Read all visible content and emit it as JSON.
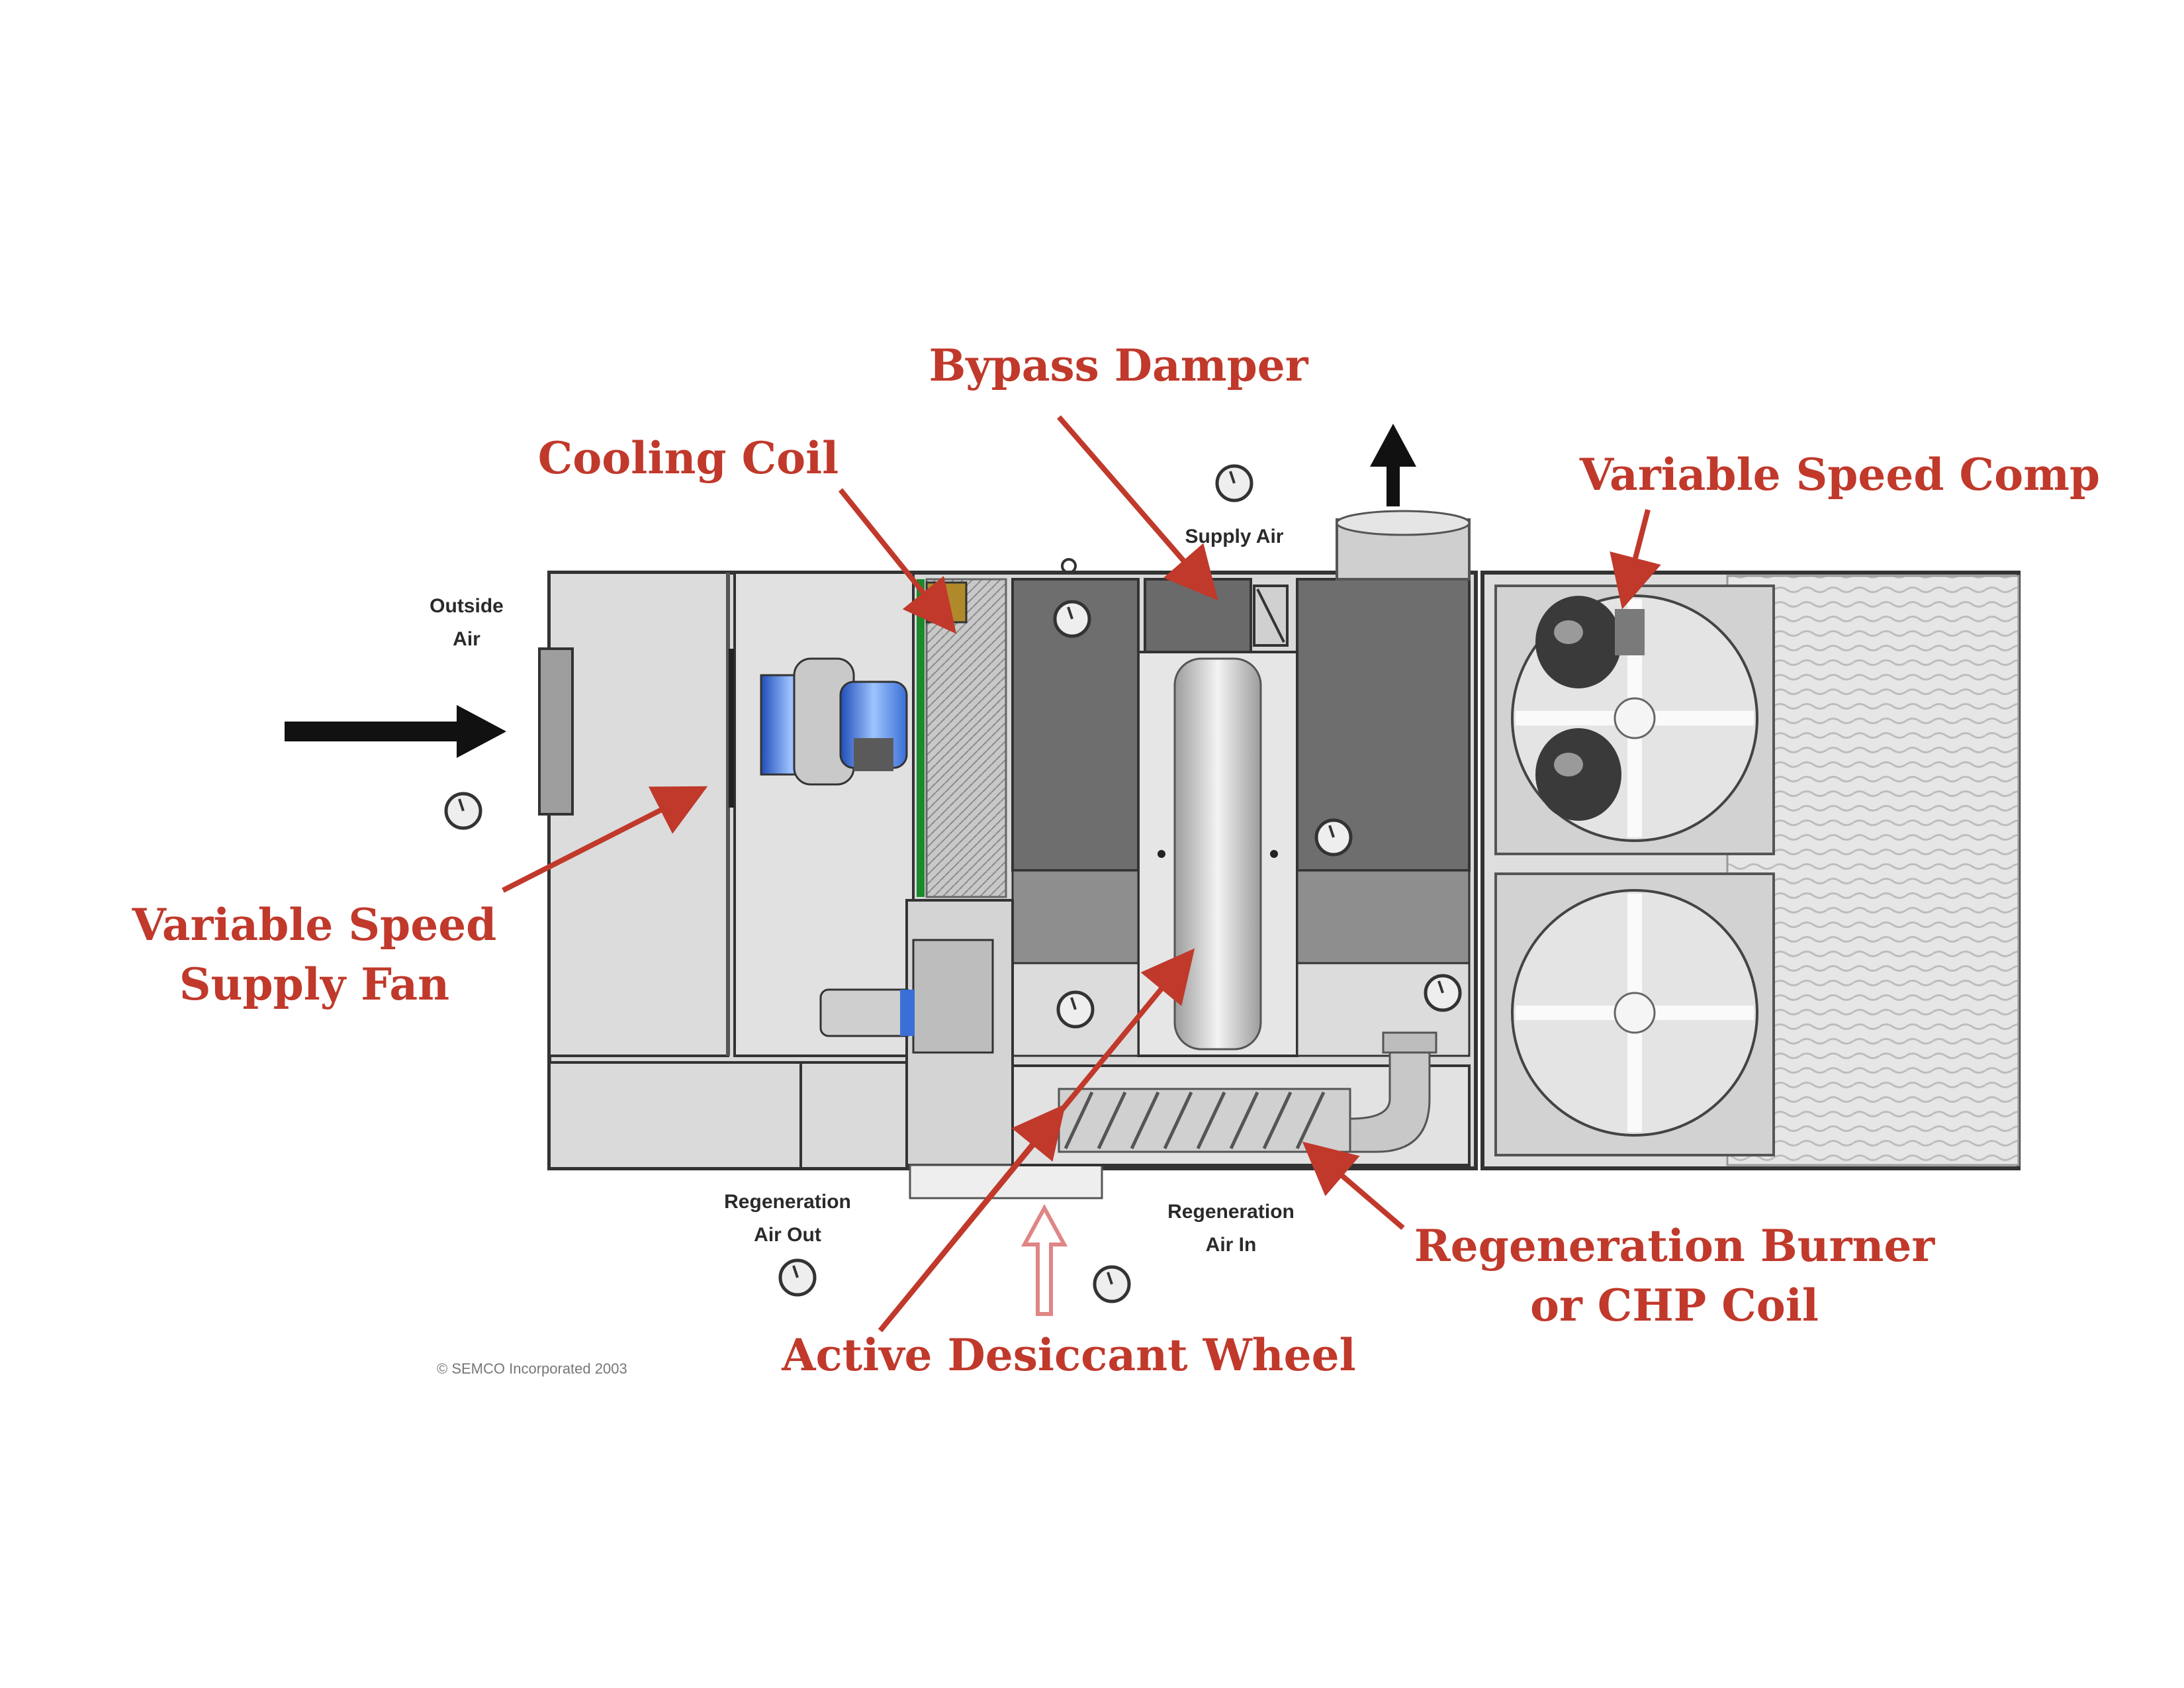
{
  "colors": {
    "label": "#c0392b",
    "dark_panel": "#6e6e6e",
    "mid_panel": "#9a9a9a",
    "light_panel": "#d6d6d6",
    "outline": "#333333",
    "coil_green": "#1a8a2a",
    "fan_blue": "#3a6fd6"
  },
  "callouts": {
    "bypass_damper": "Bypass Damper",
    "cooling_coil": "Cooling Coil",
    "variable_speed_comp": "Variable Speed Comp",
    "supply_fan_line1": "Variable Speed",
    "supply_fan_line2": "Supply Fan",
    "regen_burner_line1": "Regeneration Burner",
    "regen_burner_line2": "or CHP Coil",
    "desiccant_wheel": "Active Desiccant Wheel"
  },
  "labels": {
    "outside_air_line1": "Outside",
    "outside_air_line2": "Air",
    "supply_air": "Supply Air",
    "regen_out_line1": "Regeneration",
    "regen_out_line2": "Air Out",
    "regen_in_line1": "Regeneration",
    "regen_in_line2": "Air In",
    "copyright": "© SEMCO Incorporated 2003"
  },
  "icons": {
    "gauge": "gauge-icon",
    "flow_arrow": "flow-arrow-icon",
    "compressor": "compressor-icon",
    "fan": "condenser-fan-icon"
  }
}
